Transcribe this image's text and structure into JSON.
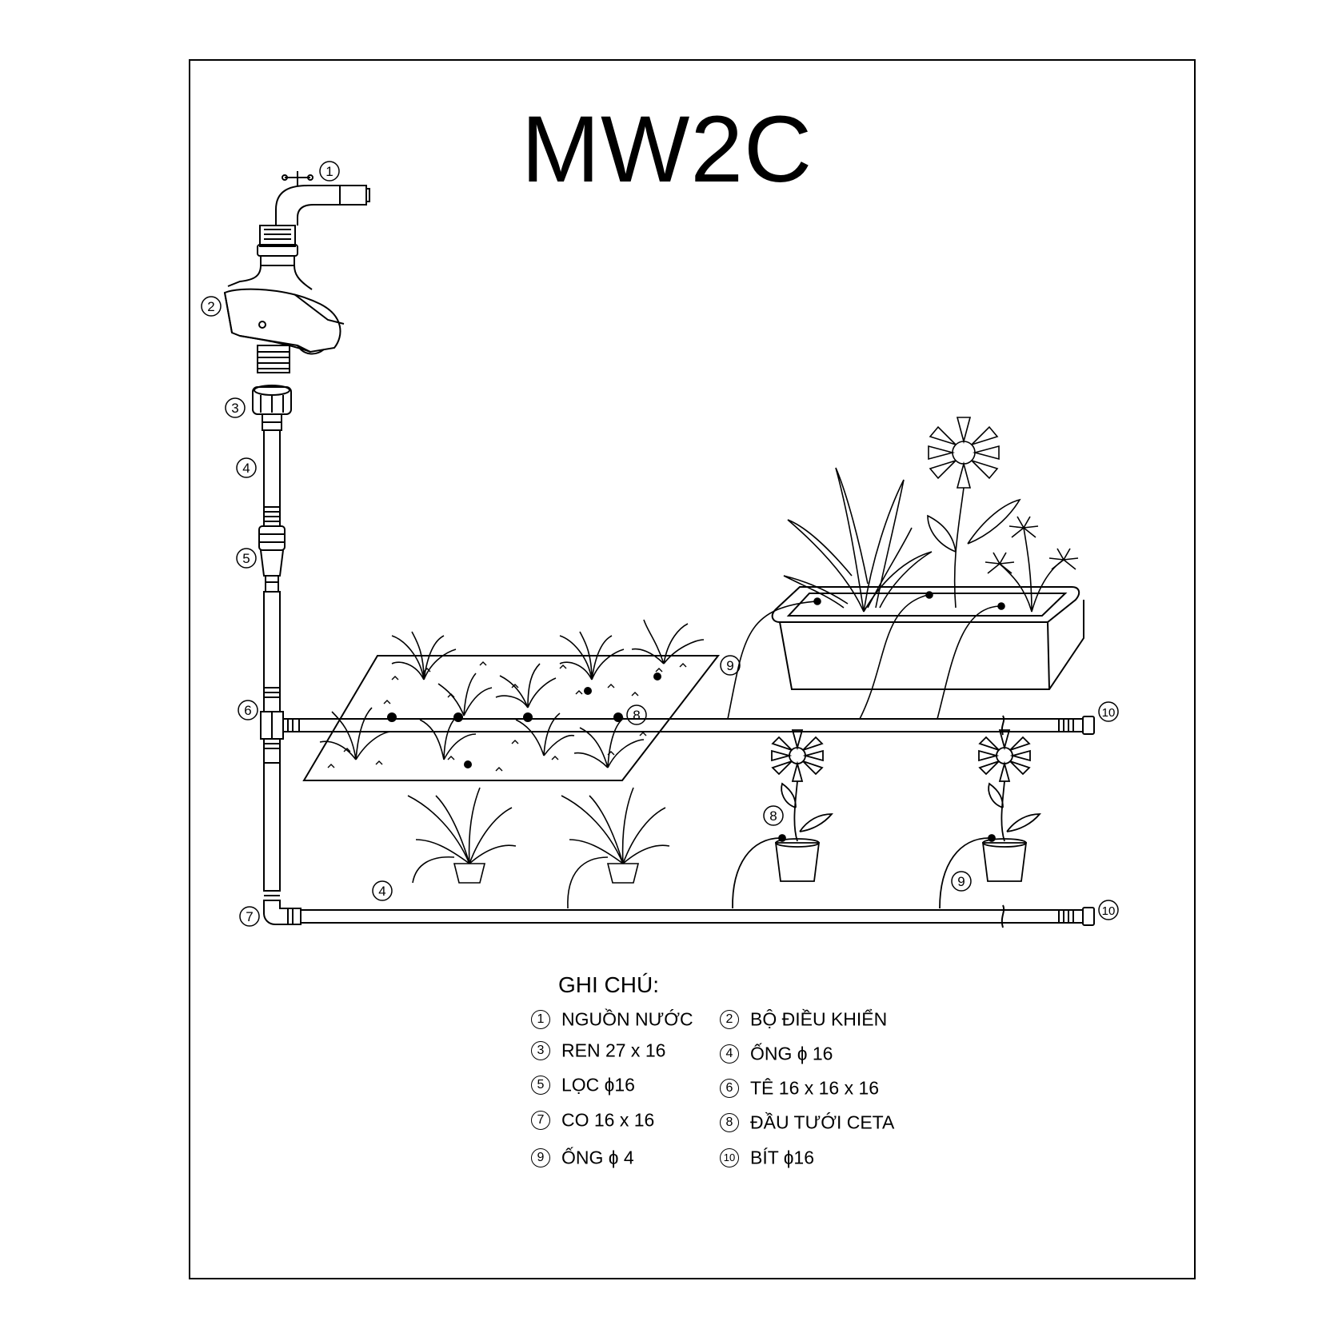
{
  "title": "MW2C",
  "legend": {
    "heading": "GHI CHÚ:",
    "items": [
      {
        "num": "1",
        "label": "NGUỒN NƯỚC"
      },
      {
        "num": "2",
        "label": "BỘ ĐIỀU KHIỂN"
      },
      {
        "num": "3",
        "label": "REN 27 x 16"
      },
      {
        "num": "4",
        "label": "ỐNG ɸ 16"
      },
      {
        "num": "5",
        "label": "LỌC ɸ16"
      },
      {
        "num": "6",
        "label": "TÊ 16 x 16 x 16"
      },
      {
        "num": "7",
        "label": "CO 16 x 16"
      },
      {
        "num": "8",
        "label": "ĐẦU TƯỚI CETA"
      },
      {
        "num": "9",
        "label": "ỐNG ɸ 4"
      },
      {
        "num": "10",
        "label": "BÍT ɸ16"
      }
    ]
  },
  "callouts": {
    "c1": "1",
    "c2": "2",
    "c3": "3",
    "c4": "4",
    "c5": "5",
    "c6": "6",
    "c7": "7",
    "c8a": "8",
    "c8b": "8",
    "c9a": "9",
    "c9b": "9",
    "c10a": "10",
    "c10b": "10",
    "c4b": "4"
  }
}
